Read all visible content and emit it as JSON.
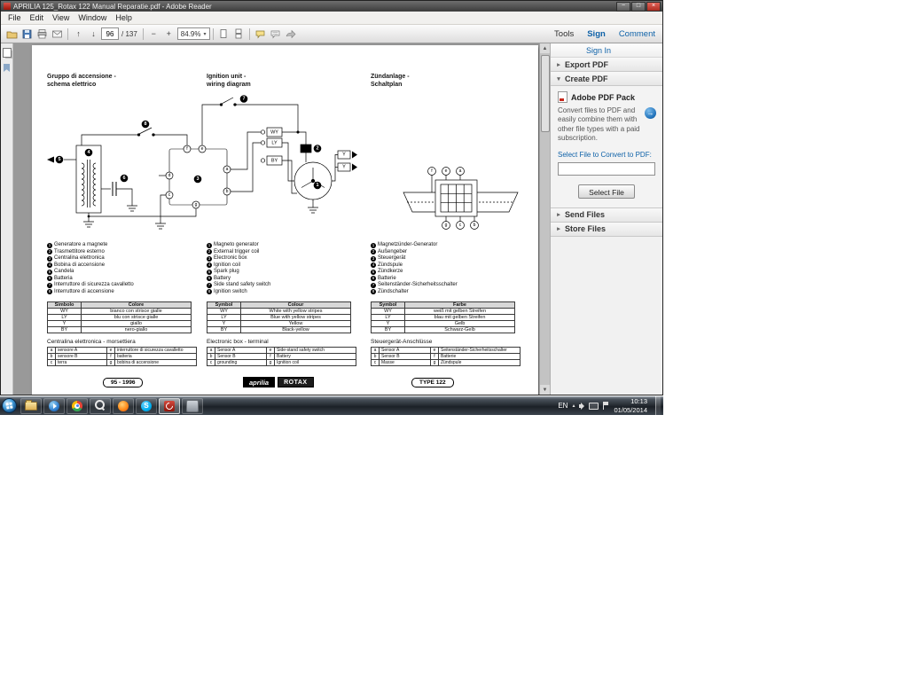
{
  "icons": {
    "minimize": "−",
    "maximize": "□",
    "close": "×",
    "prev_page": "↑",
    "next_page": "↓",
    "zoom_out": "−",
    "zoom_in": "+",
    "caret_down": "▾",
    "section_collapsed": "▸",
    "section_expanded": "▾",
    "scroll_up": "▲",
    "scroll_down": "▼",
    "tray_hidden": "▴",
    "pdfpack_arrow": "→"
  },
  "titlebar": {
    "title": "APRILIA 125_Rotax 122 Manual Reparatie.pdf - Adobe Reader"
  },
  "menubar": {
    "items": [
      "File",
      "Edit",
      "View",
      "Window",
      "Help"
    ]
  },
  "toolbar": {
    "page_current": "96",
    "page_total": "/ 137",
    "zoom_value": "84.9%",
    "tabs": [
      "Tools",
      "Sign",
      "Comment"
    ]
  },
  "panel": {
    "sign_in": "Sign In",
    "export_pdf": "Export PDF",
    "create_pdf": "Create PDF",
    "send_files": "Send Files",
    "store_files": "Store Files",
    "pack_title": "Adobe PDF Pack",
    "pack_desc": "Convert files to PDF and easily combine them with other file types with a paid subscription.",
    "select_label": "Select File to Convert to PDF:",
    "select_button": "Select File"
  },
  "page": {
    "headings": [
      "Gruppo di accensione -\nschema elettrico",
      "Ignition unit -\nwiring diagram",
      "Zündanlage -\nSchaltplan"
    ],
    "component_lists": [
      {
        "items": [
          "Generatore a magnete",
          "Trasmettitore esterno",
          "Centralina elettronica",
          "Bobina di accensione",
          "Candela",
          "Batteria",
          "Interruttore di sicurezza cavalletto",
          "Interruttore di accensione"
        ]
      },
      {
        "items": [
          "Magneto generator",
          "External trigger coil",
          "Electronic box",
          "Ignition coil",
          "Spark plug",
          "Battery",
          "Side stand safety switch",
          "Ignition switch"
        ]
      },
      {
        "items": [
          "Magnetzünder-Generator",
          "Außengeber",
          "Steuergerät",
          "Zündspule",
          "Zündkerze",
          "Batterie",
          "Seitenständer-Sicherheitsschalter",
          "Zündschalter"
        ]
      }
    ],
    "color_tables": [
      {
        "header": [
          "Simbolo",
          "Colore"
        ],
        "rows": [
          [
            "WY",
            "bianco con strisce gialle"
          ],
          [
            "LY",
            "blu con strisce gialle"
          ],
          [
            "Y",
            "giallo"
          ],
          [
            "BY",
            "nero-giallo"
          ]
        ]
      },
      {
        "header": [
          "Symbol",
          "Colour"
        ],
        "rows": [
          [
            "WY",
            "White with yellow stripes"
          ],
          [
            "LY",
            "Blue with yellow stripes"
          ],
          [
            "Y",
            "Yellow"
          ],
          [
            "BY",
            "Black-yellow"
          ]
        ]
      },
      {
        "header": [
          "Symbol",
          "Farbe"
        ],
        "rows": [
          [
            "WY",
            "weiß mit gelben Streifen"
          ],
          [
            "LY",
            "blau mit gelben Streifen"
          ],
          [
            "Y",
            "Gelb"
          ],
          [
            "BY",
            "Schwarz-Gelb"
          ]
        ]
      }
    ],
    "terminal_headings": [
      "Centralina elettronica - morsettiera",
      "Electronic box - terminal",
      "Steuergerät-Anschlüsse"
    ],
    "terminal_tables": [
      {
        "rows": [
          [
            "a",
            "sensore A",
            "e",
            "interruttore di sicurezza cavalletto"
          ],
          [
            "b",
            "sensore B",
            "f",
            "batteria"
          ],
          [
            "c",
            "terra",
            "g",
            "bobina di accensione"
          ]
        ]
      },
      {
        "rows": [
          [
            "a",
            "Sensor A",
            "e",
            "Side-stand safety switch"
          ],
          [
            "b",
            "Sensor B",
            "f",
            "Battery"
          ],
          [
            "c",
            "grounding",
            "g",
            "Ignition coil"
          ]
        ]
      },
      {
        "rows": [
          [
            "a",
            "Sensor A",
            "e",
            "Seitenständer-Sicherheitsschalter"
          ],
          [
            "b",
            "Sensor B",
            "f",
            "Batterie"
          ],
          [
            "c",
            "Masse",
            "g",
            "Zündspule"
          ]
        ]
      }
    ],
    "footer": {
      "years": "95 - 1996",
      "brand1": "aprilia",
      "brand2": "ROTAX",
      "type": "TYPE 122"
    },
    "diagram": {
      "numbers": [
        "1",
        "2",
        "3",
        "4",
        "5",
        "6",
        "7",
        "8"
      ],
      "terminals": [
        "a",
        "b",
        "c",
        "d",
        "e",
        "f",
        "g"
      ],
      "wire_labels": [
        "WY",
        "LY",
        "BY",
        "Y",
        "Y"
      ],
      "connector_top": [
        "f",
        "e",
        "a"
      ],
      "connector_bottom": [
        "g",
        "c",
        "b"
      ]
    }
  },
  "taskbar": {
    "tray": {
      "lang": "EN",
      "time": "10:13",
      "date": "01/05/2014"
    }
  }
}
